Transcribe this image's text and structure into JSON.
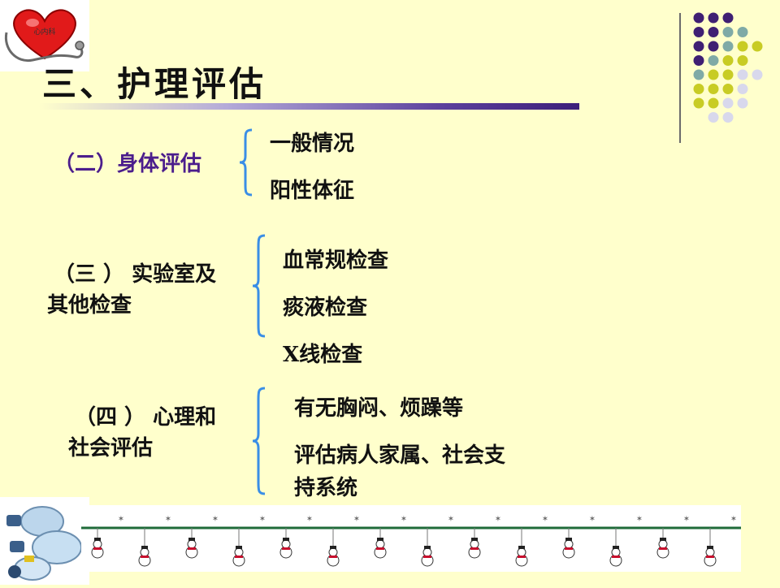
{
  "title": "三、护理评估",
  "logo_caption": "心内科",
  "sections": [
    {
      "label": "（二）身体评估",
      "items": [
        "一般情况",
        "阳性体征"
      ]
    },
    {
      "label_line1": "（三 ） 实验室及",
      "label_line2": "其他检查",
      "items": [
        "血常规检查",
        "痰液检查",
        "X线检查"
      ]
    },
    {
      "label_line1": "（四 ） 心理和",
      "label_line2": "社会评估",
      "items": [
        "有无胸闷、烦躁等",
        "评估病人家属、社会支",
        "持系统"
      ]
    }
  ],
  "colors": {
    "background": "#ffffcc",
    "label_purple": "#4b1d8c",
    "brace_blue": "#3a8ee6",
    "dot_purple": "#3f1f73",
    "dot_teal": "#7faaa6",
    "dot_lime": "#c8cc24",
    "dot_lavender": "#d8d8ec"
  },
  "icons": [
    "heart-stethoscope-icon",
    "resuscitator-bag-icon",
    "snowman-garland-icon"
  ]
}
